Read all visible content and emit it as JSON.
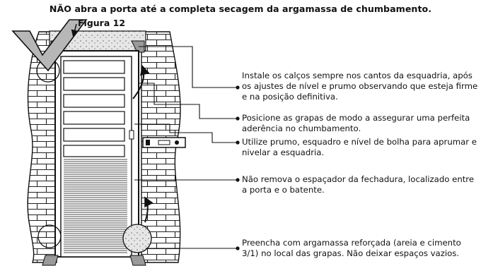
{
  "header": {
    "warning": "NÃO abra a porta até a completa secagem da argamassa de chumbamento.",
    "figure_label": "Figura 12"
  },
  "notes": [
    "Instale os calços sempre nos cantos da esquadria, após os ajustes de nível e prumo observando que esteja firme e na posição definitiva.",
    "Posicione as grapas de modo a assegurar uma perfeita aderência no chumbamento.",
    "Utilize prumo, esquadro e nível de bolha para aprumar e nivelar a esquadria.",
    "Não remova o espaçador da fechadura, localizado entre a porta e o batente.",
    "Preencha com argamassa reforçada (areia e cimento 3/1) no local das grapas. Não deixar espaços vazios."
  ],
  "colors": {
    "line": "#111111",
    "shim": "#9a9a9a",
    "mortar": "#e6e6e6",
    "brick_fill": "#ffffff"
  },
  "icons": [
    "check-arrow-icon",
    "spirit-level-icon",
    "rotate-arrow-icon"
  ]
}
